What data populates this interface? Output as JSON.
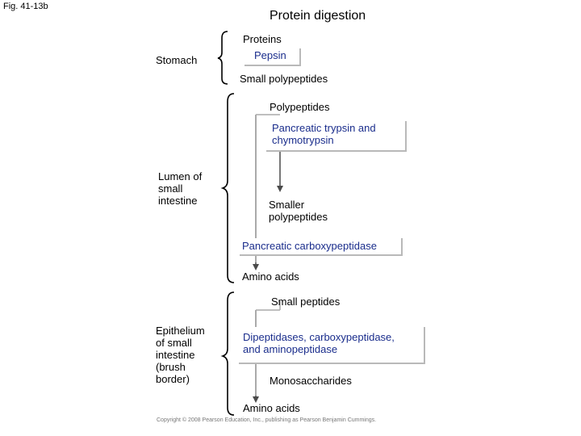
{
  "figure_label": "Fig. 41-13b",
  "title": "Protein digestion",
  "sections": {
    "stomach": "Stomach",
    "lumen": [
      "Lumen of",
      "small",
      "intestine"
    ],
    "epithelium": [
      "Epithelium",
      "of small",
      "intestine",
      "(brush",
      "border)"
    ]
  },
  "labels": {
    "proteins": "Proteins",
    "small_polypeptides": "Small polypeptides",
    "polypeptides": "Polypeptides",
    "smaller_polypeptides": [
      "Smaller",
      "polypeptides"
    ],
    "amino_acids_1": "Amino acids",
    "small_peptides": "Small peptides",
    "monosaccharides": "Monosaccharides",
    "amino_acids_2": "Amino acids"
  },
  "enzymes": {
    "pepsin": "Pepsin",
    "trypsin": [
      "Pancreatic trypsin and",
      "chymotrypsin"
    ],
    "carboxypeptidase": "Pancreatic carboxypeptidase",
    "dipeptidases": [
      "Dipeptidases, carboxypeptidase,",
      "and aminopeptidase"
    ]
  },
  "copyright": "Copyright © 2008 Pearson Education, Inc., publishing as Pearson Benjamin Cummings."
}
